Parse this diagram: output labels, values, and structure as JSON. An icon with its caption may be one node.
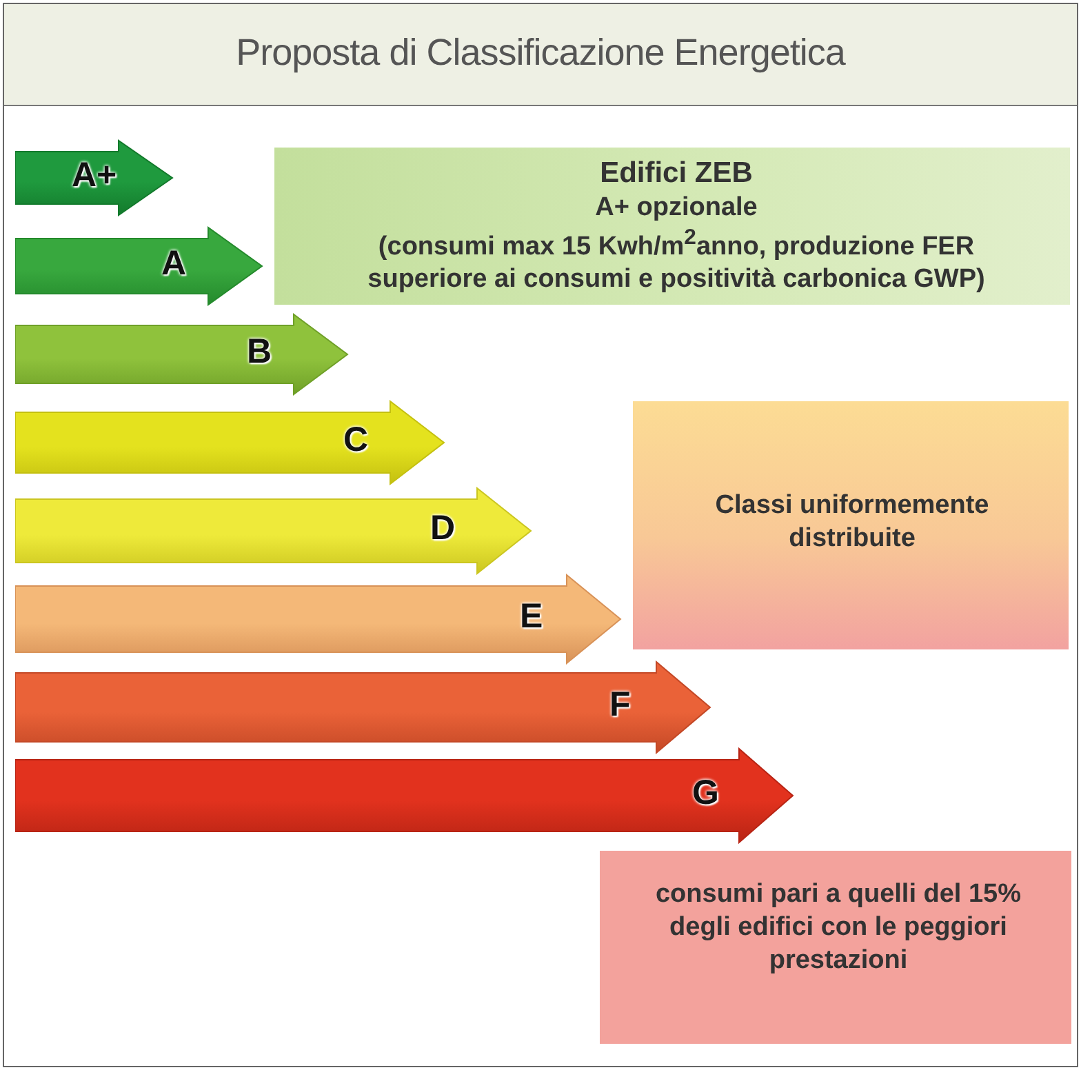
{
  "diagram": {
    "title": "Proposta di Classificazione Energetica",
    "nodes": [
      {
        "text": [
          "A+"
        ]
      },
      {
        "text": [
          "A"
        ]
      },
      {
        "text": [
          "B"
        ]
      },
      {
        "text": [
          "C"
        ]
      },
      {
        "text": [
          "D"
        ]
      },
      {
        "text": [
          "E"
        ]
      },
      {
        "text": [
          "F"
        ]
      },
      {
        "text": [
          "G"
        ]
      },
      {
        "text": [
          "Edifici ZEB",
          "A+ opzionale",
          "(consumi max 15 Kwh/m$^{2}$anno, produzione FER superiore ai consumi e positività carbonica GWP)"
        ]
      },
      {
        "text": [
          "Classi uniformemente distribuite"
        ]
      },
      {
        "text": [
          "consumi pari a quelli del 15% degli edifici con le peggiori prestazioni"
        ]
      }
    ],
    "edges": []
  }
}
